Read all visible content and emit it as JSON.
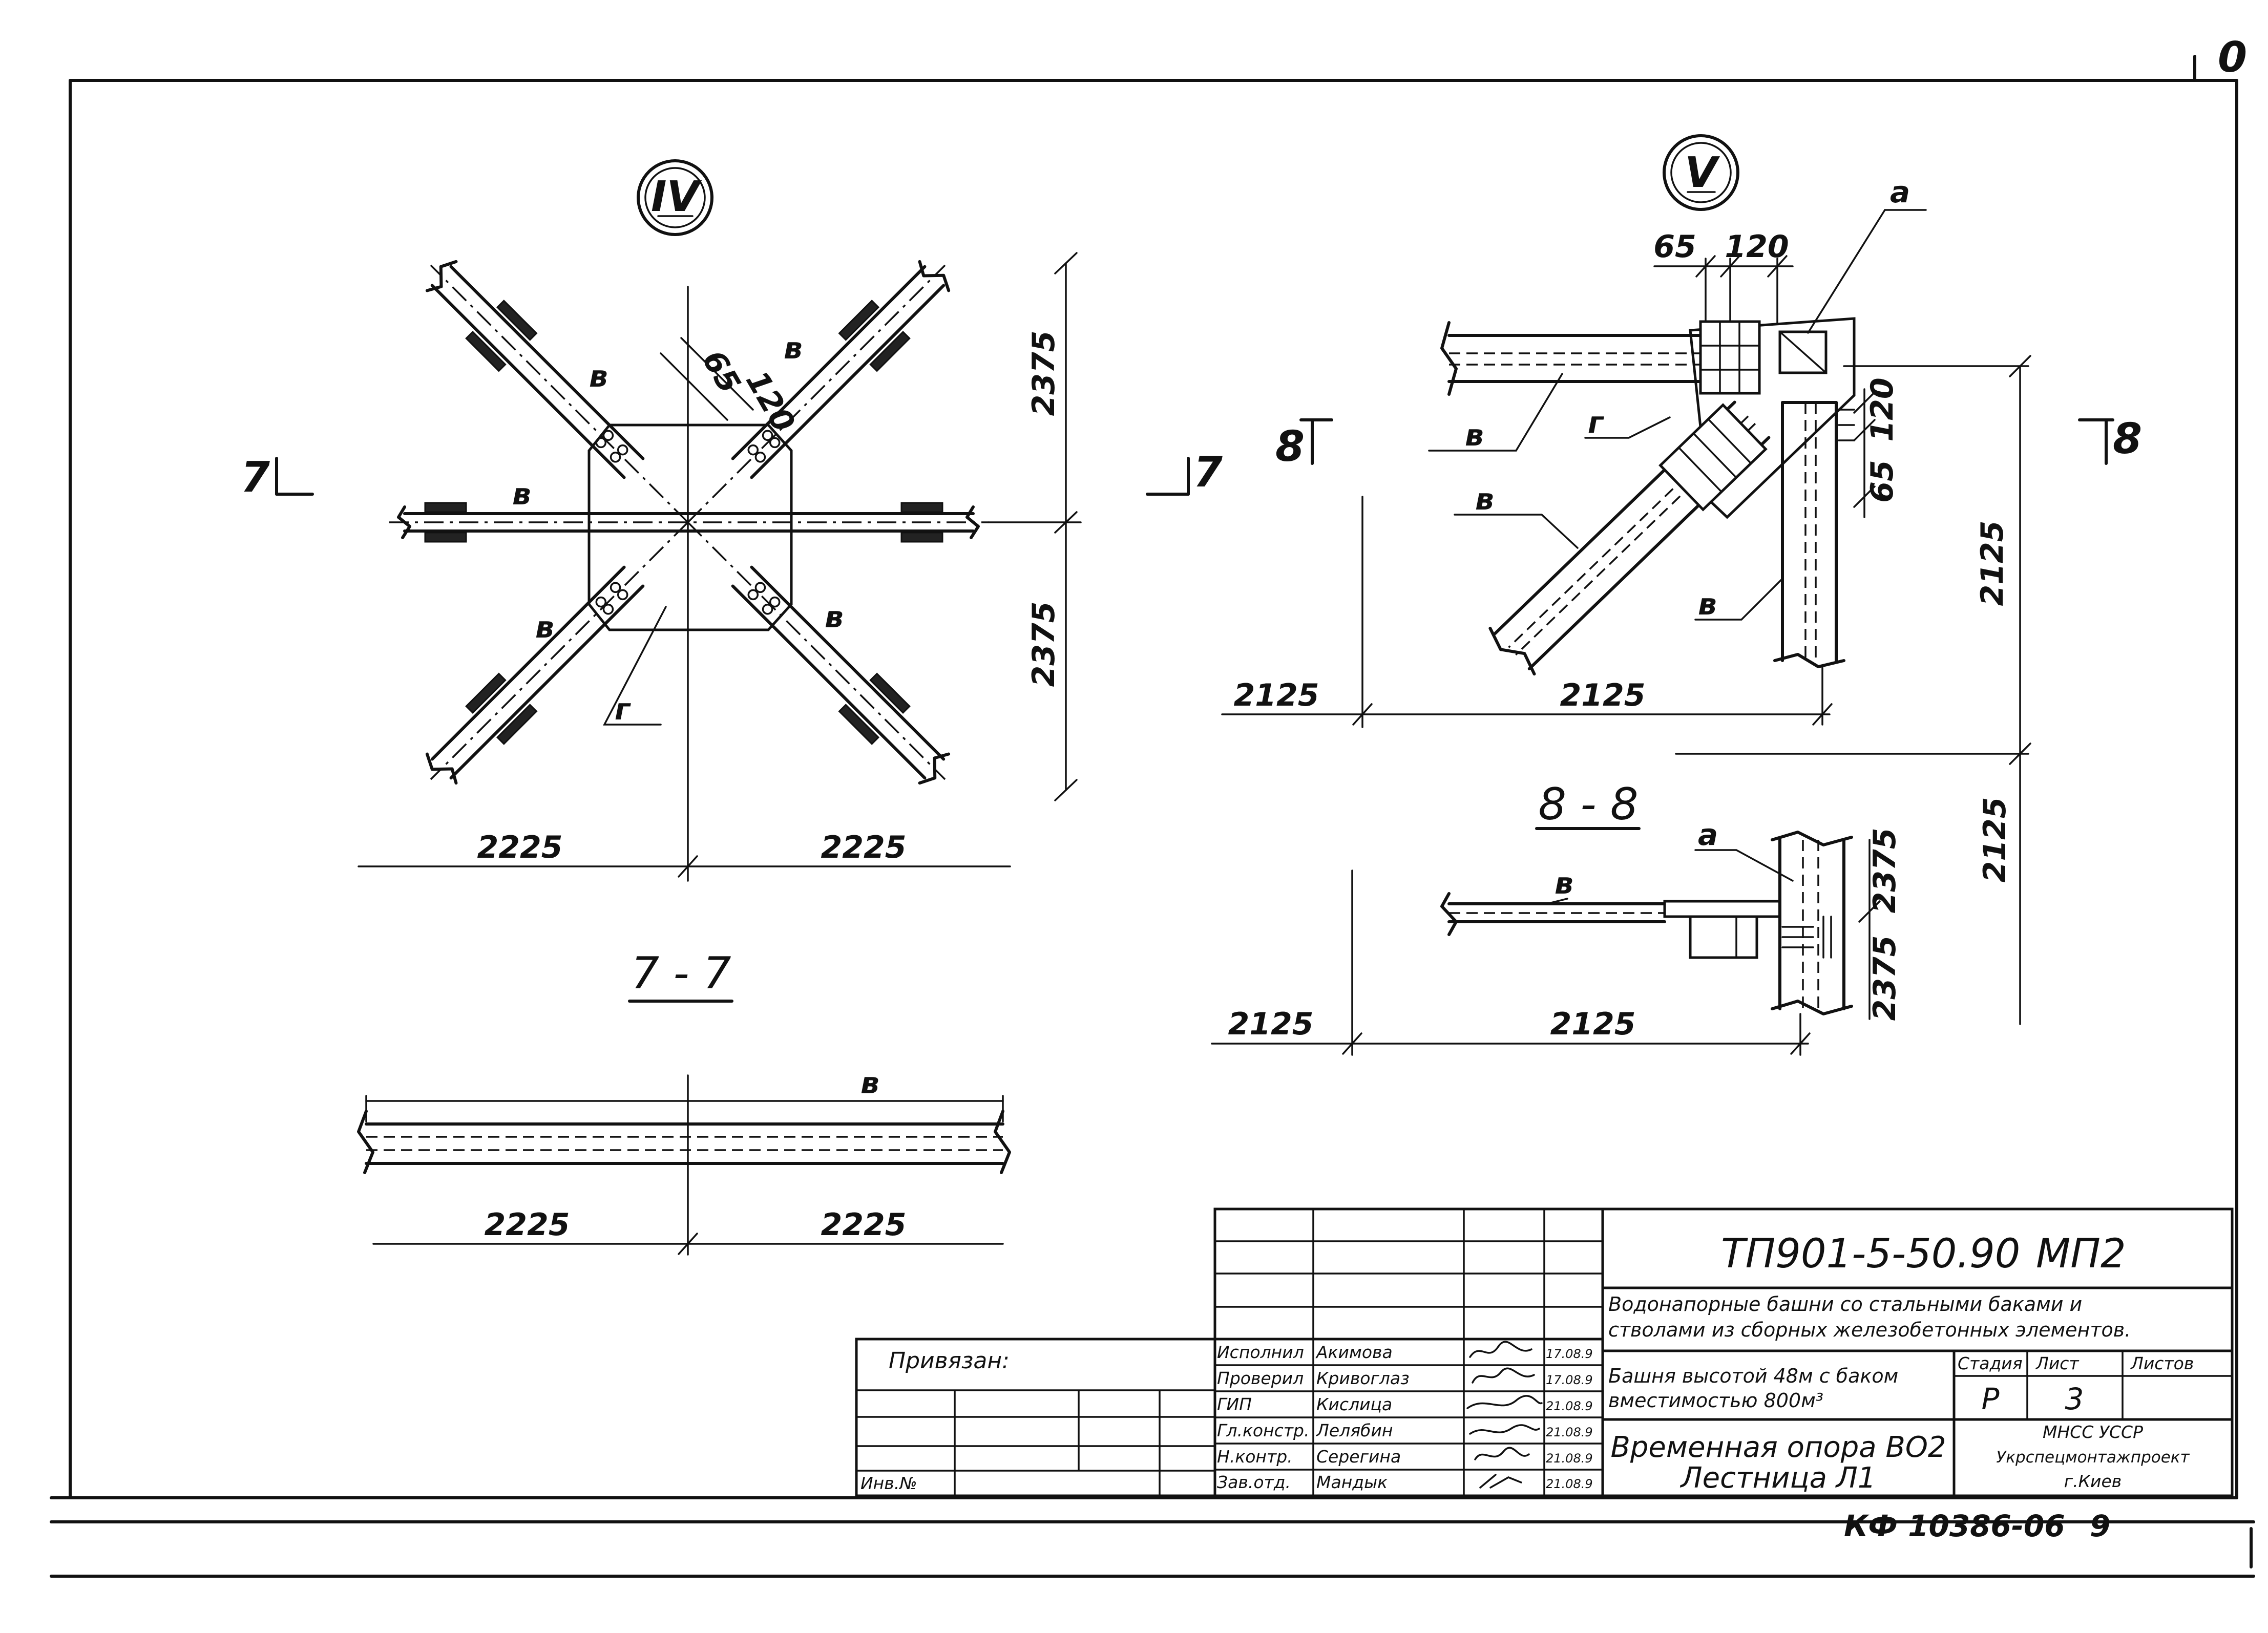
{
  "sheet": {
    "corner_mark": "0",
    "footer_code": "КФ 10386-06",
    "footer_page": "9"
  },
  "node_iv": {
    "id": "IV",
    "section_mark": "7",
    "label_b": "в",
    "label_g": "г",
    "dim_65": "65",
    "dim_120": "120",
    "dim_v_top": "2375",
    "dim_v_bottom": "2375",
    "dim_h_left": "2225",
    "dim_h_right": "2225"
  },
  "section_7": {
    "title": "7 - 7",
    "label_b": "в",
    "dim_left": "2225",
    "dim_right": "2225"
  },
  "node_v": {
    "id": "V",
    "section_mark": "8",
    "label_a": "а",
    "label_b": "в",
    "label_g": "г",
    "dim_top_65": "65",
    "dim_top_120": "120",
    "dim_side_120": "120",
    "dim_side_65": "65",
    "dim_v_top": "2125",
    "dim_v_bottom": "2125",
    "dim_h_left": "2125",
    "dim_h_right": "2125"
  },
  "section_8": {
    "title": "8 - 8",
    "label_a": "а",
    "label_b": "в",
    "dim_v_top": "2375",
    "dim_v_bottom": "2375",
    "dim_h_left": "2125",
    "dim_h_right": "2125"
  },
  "title_block": {
    "project_code": "ТП901-5-50.90",
    "set_code": "МП2",
    "description_line1": "Водонапорные башни со стальными баками и",
    "description_line2": "стволами из сборных железобетонных элементов.",
    "object_line1": "Башня высотой 48м с баком",
    "object_line2": "вместимостью 800м³",
    "drawing_line1": "Временная опора ВО2",
    "drawing_line2": "Лестница Л1",
    "stage_header": "Стадия",
    "sheet_header": "Лист",
    "sheets_header": "Листов",
    "stage_value": "Р",
    "sheet_value": "3",
    "org_line1": "МНСС УССР",
    "org_line2": "Укрспецмонтажпроект",
    "org_line3": "г.Киев",
    "bound_label": "Привязан:",
    "inventory_label": "Инв.№",
    "personnel": [
      {
        "role": "Исполнил",
        "name": "Акимова",
        "date": "17.08.9"
      },
      {
        "role": "Проверил",
        "name": "Кривоглаз",
        "date": "17.08.9"
      },
      {
        "role": "ГИП",
        "name": "Кислица",
        "date": "21.08.9"
      },
      {
        "role": "Гл.констр.",
        "name": "Лелябин",
        "date": "21.08.9"
      },
      {
        "role": "Н.контр.",
        "name": "Серегина",
        "date": "21.08.9"
      },
      {
        "role": "Зав.отд.",
        "name": "Мандык",
        "date": "21.08.9"
      }
    ]
  }
}
